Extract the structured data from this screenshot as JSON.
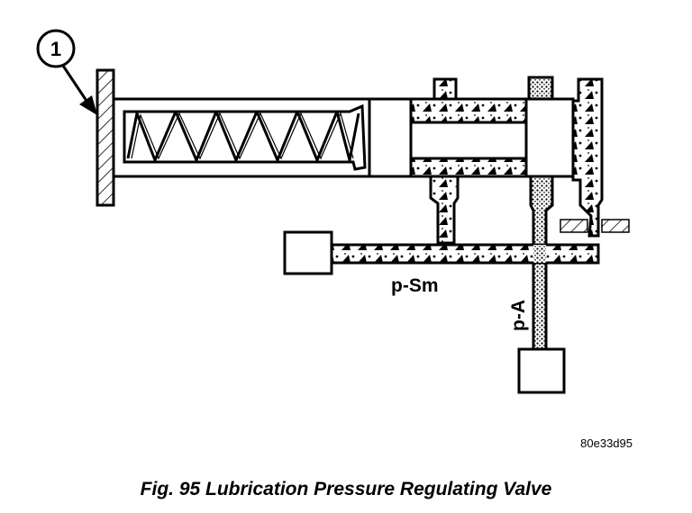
{
  "callout": {
    "number": "1"
  },
  "labels": {
    "p_sm": "p-Sm",
    "p_a": "p-A"
  },
  "image_code": "80e33d95",
  "caption": "Fig. 95 Lubrication Pressure Regulating Valve",
  "colors": {
    "line": "#000000",
    "background": "#ffffff"
  }
}
